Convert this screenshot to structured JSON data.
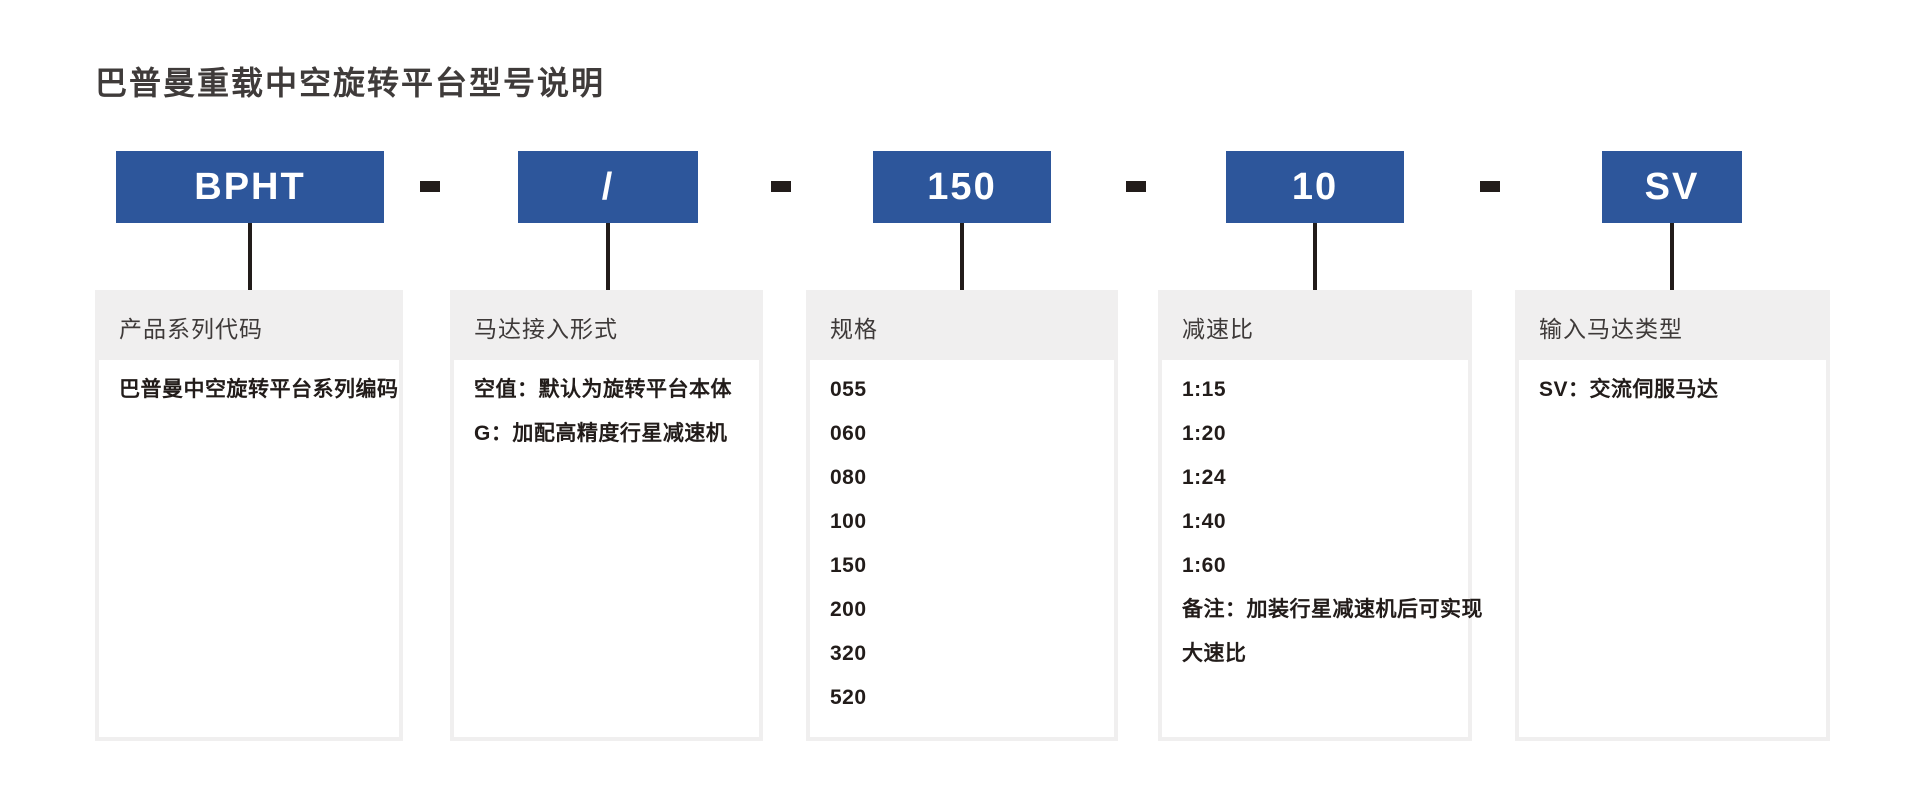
{
  "title": "巴普曼重载中空旋转平台型号说明",
  "model_code": {
    "separator": "-",
    "segments": [
      {
        "code": "BPHT"
      },
      {
        "code": "/"
      },
      {
        "code": "150"
      },
      {
        "code": "10"
      },
      {
        "code": "SV"
      }
    ]
  },
  "cards": [
    {
      "header": "产品系列代码",
      "lines": [
        "巴普曼中空旋转平台系列编码"
      ]
    },
    {
      "header": "马达接入形式",
      "lines": [
        "空值：默认为旋转平台本体",
        "G：加配高精度行星减速机"
      ]
    },
    {
      "header": "规格",
      "lines": [
        "055",
        "060",
        "080",
        "100",
        "150",
        "200",
        "320",
        "520"
      ]
    },
    {
      "header": "减速比",
      "lines": [
        "1:15",
        "1:20",
        "1:24",
        "1:40",
        "1:60",
        "备注：加装行星减速机后可实现",
        "大速比"
      ]
    },
    {
      "header": "输入马达类型",
      "lines": [
        "SV：交流伺服马达"
      ]
    }
  ],
  "colors": {
    "accent_blue": "#2d569b",
    "header_gray": "#f0efef",
    "ink": "#221c1a",
    "title_ink": "#3f3b3a",
    "background": "#ffffff"
  }
}
